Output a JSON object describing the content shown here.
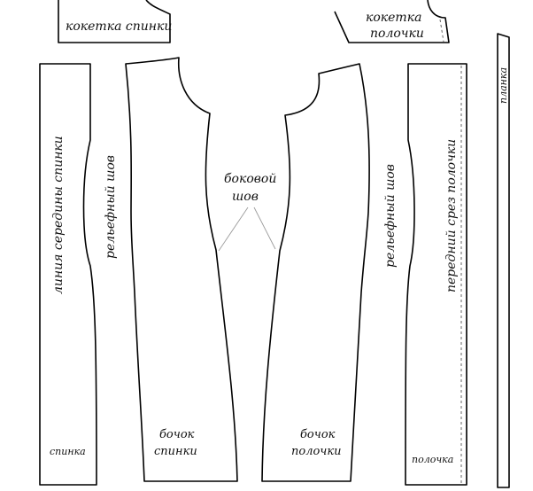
{
  "labels": {
    "back_yoke": "кокетка спинки",
    "front_yoke_line1": "кокетка",
    "front_yoke_line2": "полочки",
    "back_center_line": "линия середины спинки",
    "relief_seam_back": "рельефный шов",
    "back_piece": "спинка",
    "side_seam_line1": "боковой",
    "side_seam_line2": "шов",
    "side_back_line1": "бочок",
    "side_back_line2": "спинки",
    "side_front_line1": "бочок",
    "side_front_line2": "полочки",
    "relief_seam_front": "рельефный шов",
    "front_edge": "передний срез полочки",
    "front_piece": "полочка",
    "placket": "планка"
  }
}
